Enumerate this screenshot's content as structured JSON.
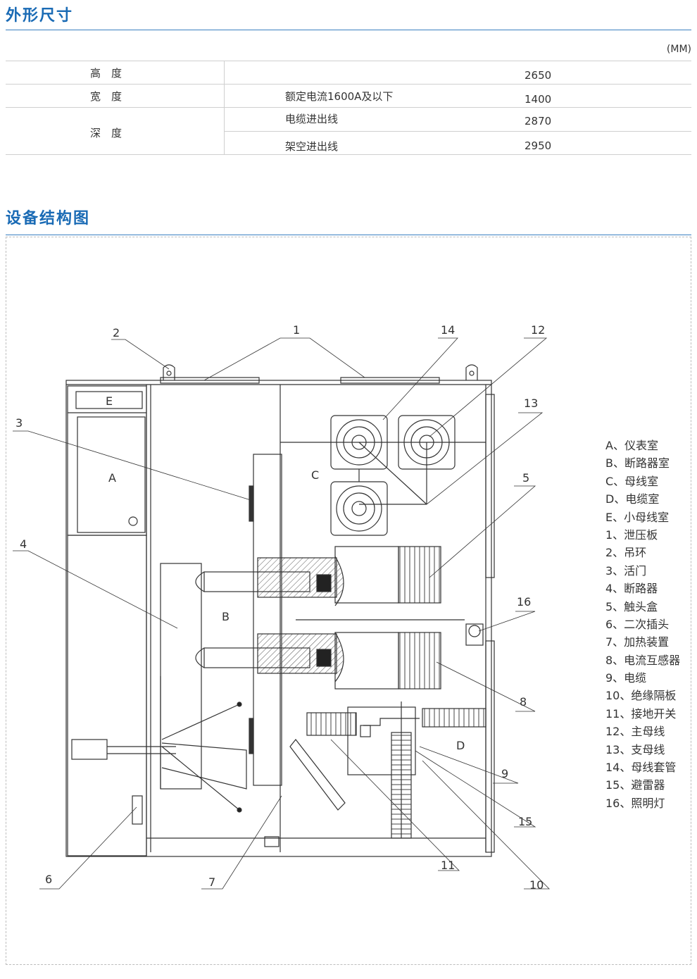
{
  "section1": {
    "title": "外形尺寸",
    "unit": "(MM)"
  },
  "dimensions": {
    "rows": [
      {
        "label": "高　度",
        "condition": "",
        "value": "2650"
      },
      {
        "label": "宽　度",
        "condition": "额定电流1600A及以下",
        "value": "1400"
      },
      {
        "label": "深　度",
        "condition": "电缆进出线",
        "value": "2870"
      },
      {
        "label": "",
        "condition": "架空进出线",
        "value": "2950"
      }
    ]
  },
  "section2": {
    "title": "设备结构图"
  },
  "diagram": {
    "compartments": [
      "A",
      "B",
      "C",
      "D",
      "E"
    ],
    "callouts": [
      "1",
      "2",
      "3",
      "4",
      "5",
      "6",
      "7",
      "8",
      "9",
      "10",
      "11",
      "12",
      "13",
      "14",
      "15",
      "16"
    ]
  },
  "legend": [
    "A、仪表室",
    "B、断路器室",
    "C、母线室",
    "D、电缆室",
    "E、小母线室",
    "1、泄压板",
    "2、吊环",
    "3、活门",
    "4、断路器",
    "5、触头盒",
    "6、二次插头",
    "7、加热装置",
    "8、电流互感器",
    "9、电缆",
    "10、绝缘隔板",
    "11、接地开关",
    "12、主母线",
    "13、支母线",
    "14、母线套管",
    "15、避雷器",
    "16、照明灯"
  ]
}
